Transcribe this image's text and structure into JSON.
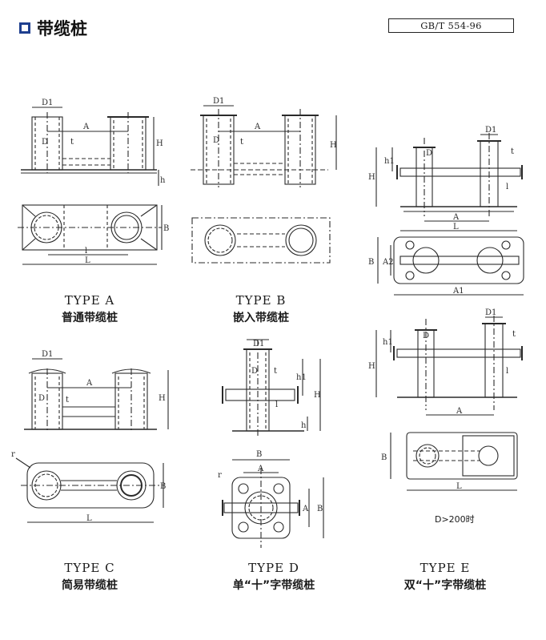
{
  "header": {
    "title": "带缆桩",
    "standard": "GB/T 554-96"
  },
  "types": [
    {
      "type": "TYPE A",
      "name": "普通带缆桩"
    },
    {
      "type": "TYPE B",
      "name": "嵌入带缆桩"
    },
    {
      "type": "TYPE C",
      "name": "简易带缆桩"
    },
    {
      "type": "TYPE D",
      "name": "单“十”字带缆桩"
    },
    {
      "type": "TYPE E",
      "name": "双“十”字带缆桩"
    }
  ],
  "note": "D>200时",
  "dimension_labels": {
    "D1": "D1",
    "D": "D",
    "A": "A",
    "H": "H",
    "h": "h",
    "h1": "h1",
    "t": "t",
    "l": "l",
    "L": "L",
    "B": "B",
    "r": "r",
    "A1": "A1",
    "A2": "A2"
  },
  "colors": {
    "line": "#2a2a2a",
    "accent": "#1f3f8f"
  }
}
